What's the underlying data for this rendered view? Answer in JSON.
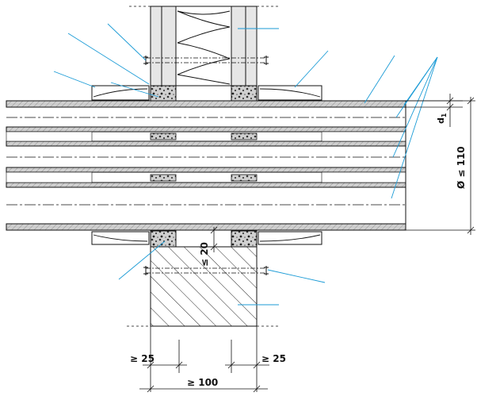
{
  "drawing": {
    "dimensions": {
      "thickness_label": "d",
      "thickness_subscript": "1",
      "diameter_label": "Ø ≤ 110",
      "gap_label": "≤ 20",
      "left_offset_label": "≥ 25",
      "right_offset_label": "≥ 25",
      "width_label": "≥ 100"
    },
    "colors": {
      "line": "#111111",
      "leader": "#1b9bd6",
      "pipe_fill": "#dcdcdc",
      "board_fill": "#e6e6e6",
      "mortar_fill": "#bfbfbf"
    },
    "icons": [
      "insulation-zigzag-icon",
      "concrete-hatch-icon",
      "mortar-fill-icon"
    ]
  }
}
